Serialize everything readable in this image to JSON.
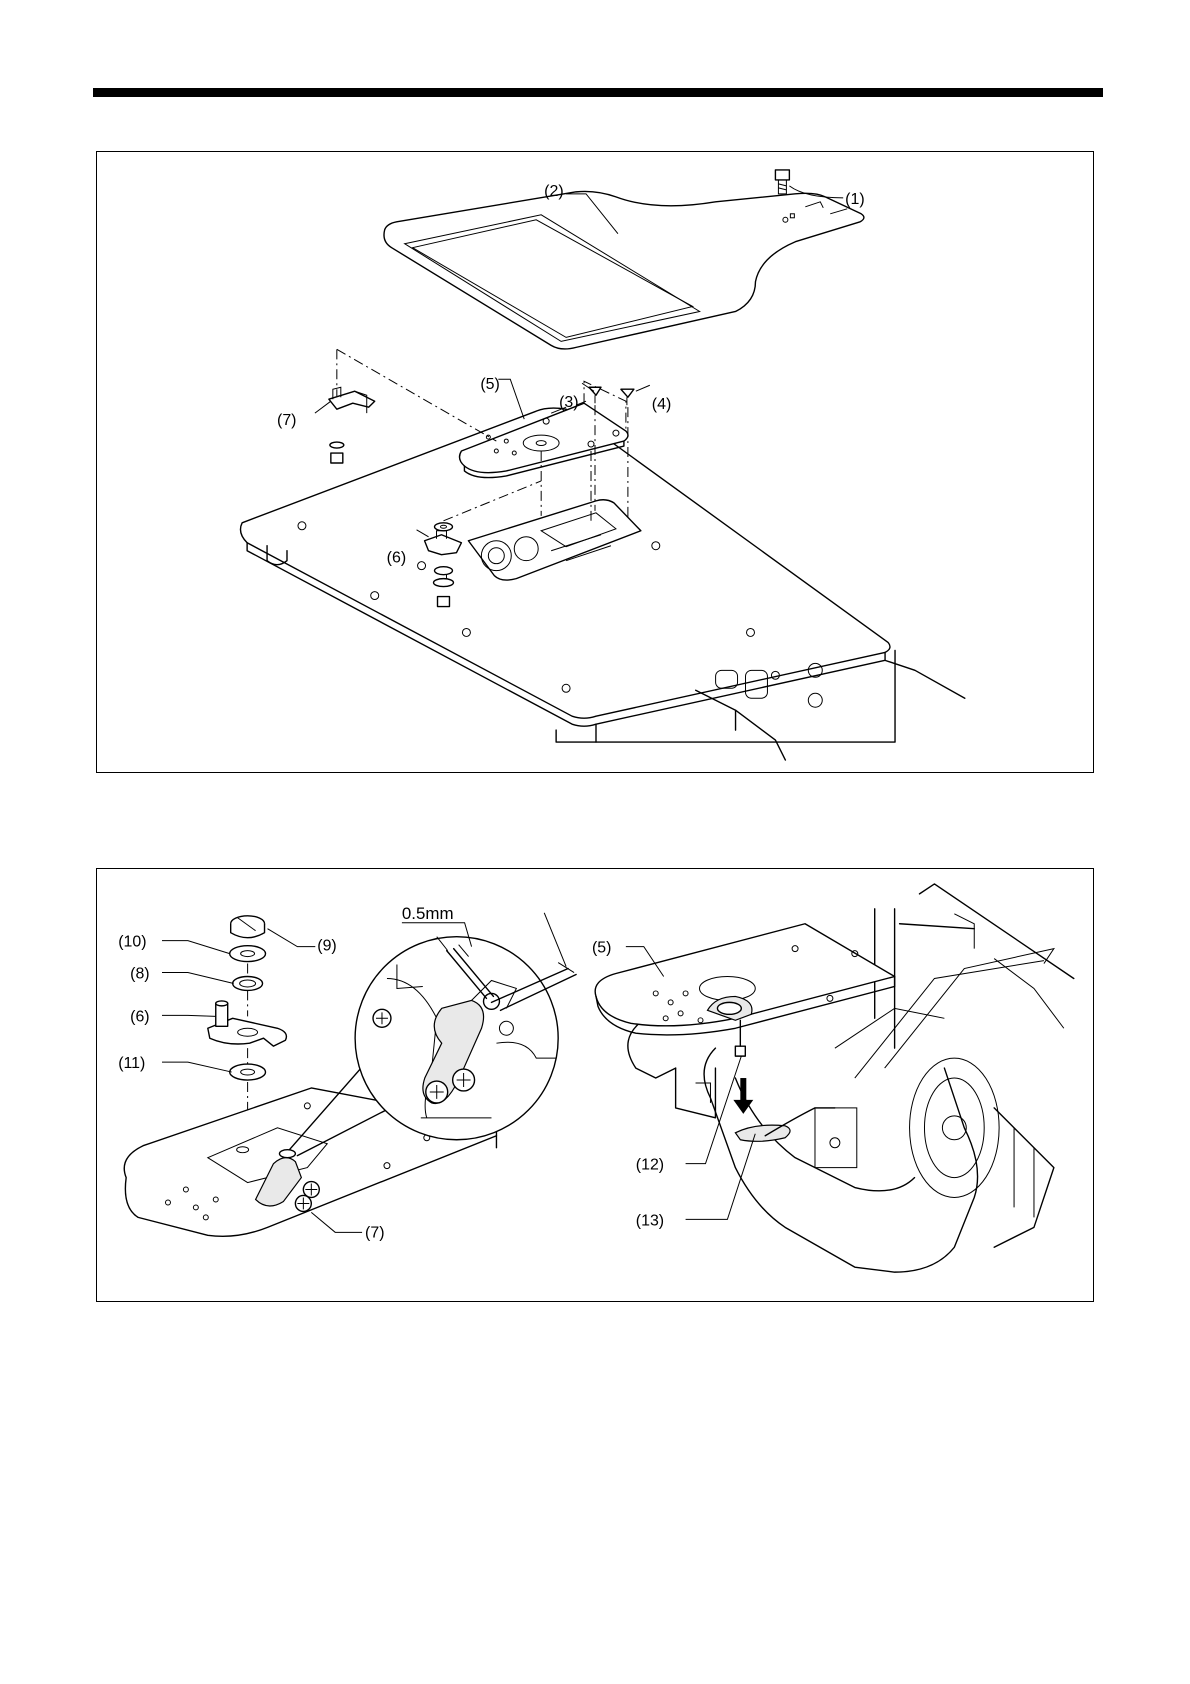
{
  "figure1": {
    "labels": {
      "p1": "(1)",
      "p2": "(2)",
      "p3": "(3)",
      "p4": "(4)",
      "p5": "(5)",
      "p6": "(6)",
      "p7": "(7)"
    }
  },
  "figure2": {
    "dimension": "0.5mm",
    "labels": {
      "p5": "(5)",
      "p6": "(6)",
      "p7": "(7)",
      "p8": "(8)",
      "p9": "(9)",
      "p10": "(10)",
      "p11": "(11)",
      "p12": "(12)",
      "p13": "(13)"
    }
  }
}
